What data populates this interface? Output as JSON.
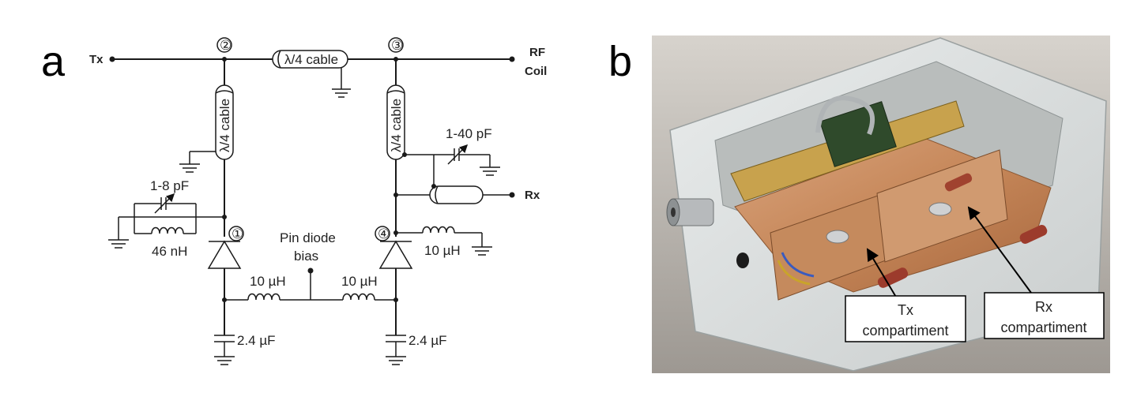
{
  "panel_a": {
    "panel_label": "a",
    "nodes": [
      "②",
      "③",
      "①",
      "④"
    ],
    "ports": {
      "tx": "Tx",
      "rf_line1": "RF",
      "rf_line2": "Coil",
      "rx": "Rx"
    },
    "cables": {
      "series": "λ/4 cable",
      "shunt_left": "λ/4 cable",
      "shunt_right": "λ/4 cable"
    },
    "components": {
      "cap_var_left": "1-8 pF",
      "inductor_left": "46 nH",
      "cap_var_right": "1-40 pF",
      "inductor_right": "10 µH",
      "bias_ind_left": "10 µH",
      "bias_ind_right": "10 µH",
      "cap_left": "2.4 µF",
      "cap_right": "2.4 µF"
    },
    "bias_label_line1": "Pin diode",
    "bias_label_line2": "bias"
  },
  "panel_b": {
    "panel_label": "b",
    "callouts": [
      {
        "line1": "Tx",
        "line2": "compartiment"
      },
      {
        "line1": "Rx",
        "line2": "compartiment"
      }
    ]
  }
}
